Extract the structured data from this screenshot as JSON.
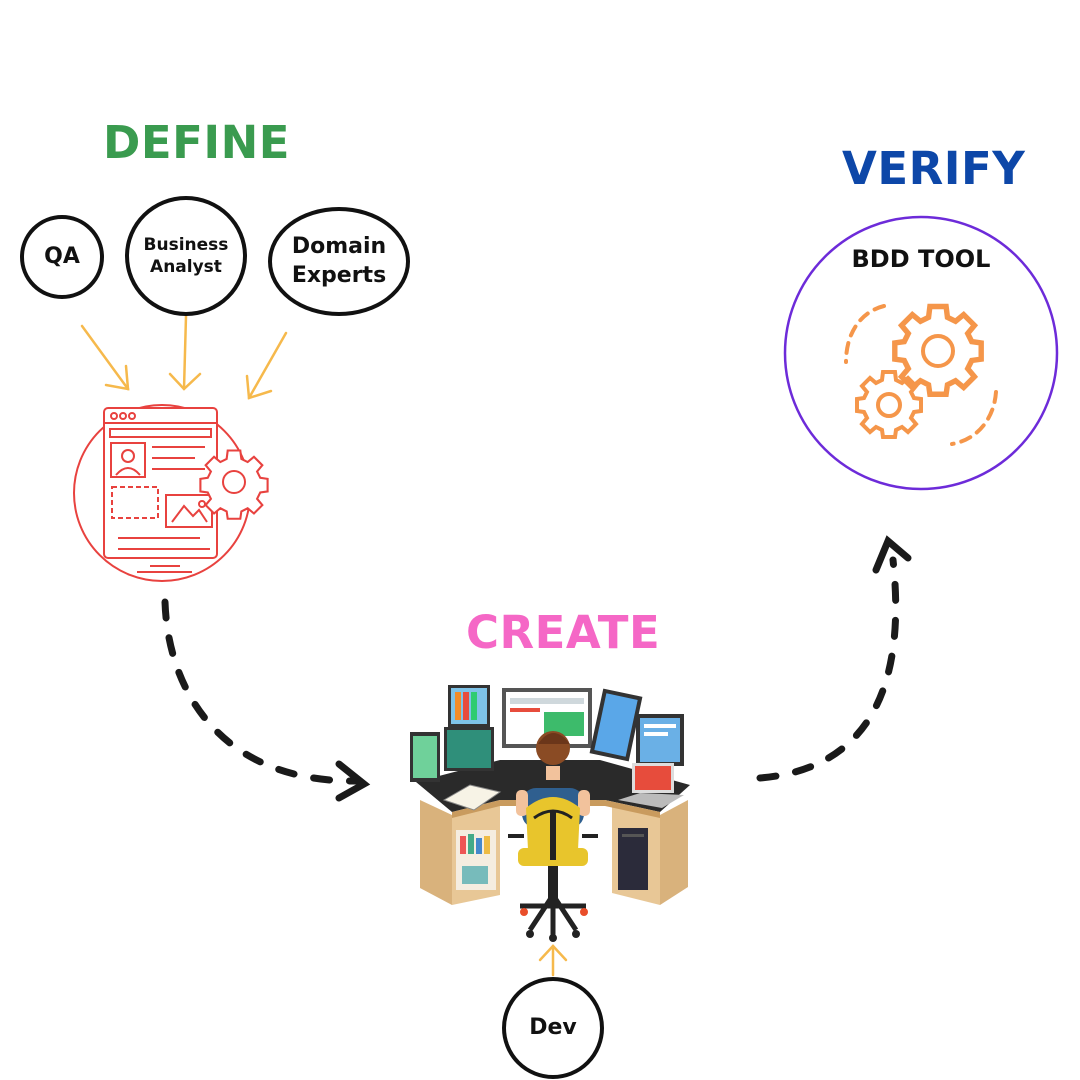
{
  "define": {
    "title": "DEFINE",
    "color": "#3a9b4f",
    "roles": [
      {
        "line1": "QA",
        "line2": ""
      },
      {
        "line1": "Business",
        "line2": "Analyst"
      },
      {
        "line1": "Domain",
        "line2": "Experts"
      }
    ],
    "icon": "spec-document-gear-icon",
    "icon_color": "#e8423f",
    "arrow_color": "#f6b94c"
  },
  "create": {
    "title": "CREATE",
    "color": "#f567c6",
    "illustration": "developer-workstation-illustration",
    "role": {
      "line1": "Dev"
    }
  },
  "verify": {
    "title": "VERIFY",
    "color": "#0d47a8",
    "tool_label": "BDD TOOL",
    "ring_color": "#6d2bd9",
    "icon": "gears-icon",
    "icon_color": "#f5964a"
  },
  "flow_arrow_color": "#1a1a1a"
}
